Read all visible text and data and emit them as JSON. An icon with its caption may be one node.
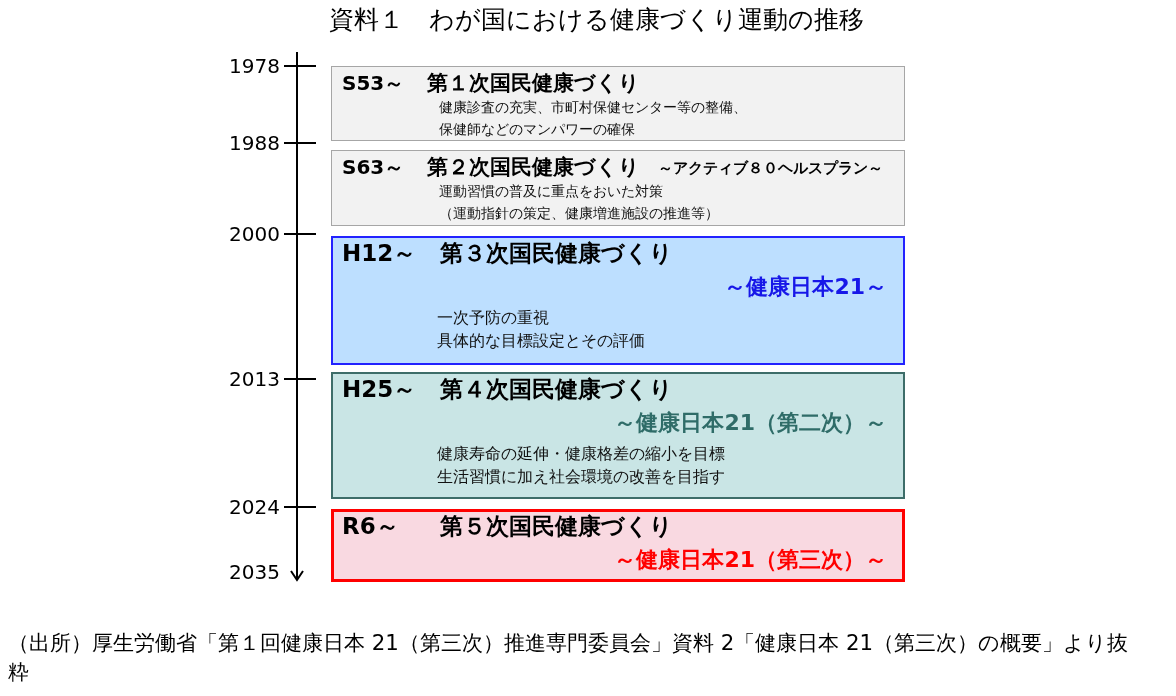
{
  "diagram": {
    "title": "資料１　わが国における健康づくり運動の推移",
    "caption": "（出所）厚生労働省「第１回健康日本 21（第三次）推進専門委員会」資料 2「健康日本 21（第三次）の概要」より抜粋",
    "nodes": [
      {
        "text": [
          "S53～",
          "第１次国民健康づくり",
          "健康診査の充実、市町村保健センター等の整備、保健師などのマンパワーの確保"
        ]
      },
      {
        "text": [
          "S63～",
          "第２次国民健康づくり",
          "～アクティブ８０ヘルスプラン～",
          "運動習慣の普及に重点をおいた対策",
          "（運動指針の策定、健康増進施設の推進等）"
        ]
      },
      {
        "text": [
          "H12～",
          "第３次国民健康づくり",
          "～健康日本21～",
          "一次予防の重視",
          "具体的な目標設定とその評価"
        ]
      },
      {
        "text": [
          "H25～",
          "第４次国民健康づくり",
          "～健康日本21（第二次）～",
          "健康寿命の延伸・健康格差の縮小を目標",
          "生活習慣に加え社会環境の改善を目指す"
        ]
      },
      {
        "text": [
          "R6～",
          "第５次国民健康づくり",
          "～健康日本21（第三次）～"
        ]
      }
    ],
    "labels": [
      "1978",
      "1988",
      "2000",
      "2013",
      "2024",
      "2035"
    ]
  }
}
